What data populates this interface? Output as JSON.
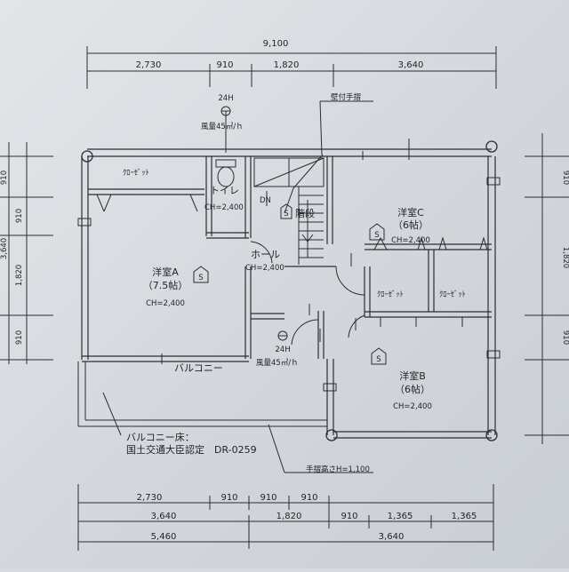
{
  "dimensions": {
    "top_total": "9,100",
    "top_row": [
      "2,730",
      "910",
      "1,820",
      "3,640"
    ],
    "bottom_row1": [
      "2,730",
      "910",
      "910",
      "910"
    ],
    "bottom_row2": [
      "3,640",
      "1,820",
      "910",
      "1,365",
      "1,365"
    ],
    "bottom_row3": [
      "5,460",
      "3,640"
    ],
    "left_row": [
      "910",
      "910",
      "1,820",
      "910"
    ],
    "left_total": "3,640",
    "right_row": [
      "910",
      "1,820",
      "910"
    ]
  },
  "rooms": {
    "closet_top": "ｸﾛｰｾﾞｯﾄ",
    "toilet": "トイレ",
    "toilet_ch": "CH=2,400",
    "dn": "DN",
    "stairs": "階段",
    "hall": "ホール",
    "hall_ch": "CH=2,400",
    "room_a_name": "洋室A",
    "room_a_size": "（7.5帖）",
    "room_a_ch": "CH=2,400",
    "room_c_name": "洋室C",
    "room_c_size": "（6帖）",
    "room_c_ch": "CH=2,400",
    "closet_mid1": "ｸﾛｰｾﾞｯﾄ",
    "closet_mid2": "ｸﾛｰｾﾞｯﾄ",
    "room_b_name": "洋室B",
    "room_b_size": "（6帖）",
    "room_b_ch": "CH=2,400",
    "balcony": "バルコニー",
    "s_mark": "S"
  },
  "annotations": {
    "fan_top_24h": "24H",
    "fan_top_flow": "風量45㎥/ｈ",
    "fan_bottom_24h": "24H",
    "fan_bottom_flow": "風量45㎥/ｈ",
    "wall_handrail": "壁付手摺",
    "balcony_floor_line1": "バルコニー床：",
    "balcony_floor_line2": "国土交通大臣認定　DR-0259",
    "handrail_height": "手摺高さH=1,100"
  }
}
